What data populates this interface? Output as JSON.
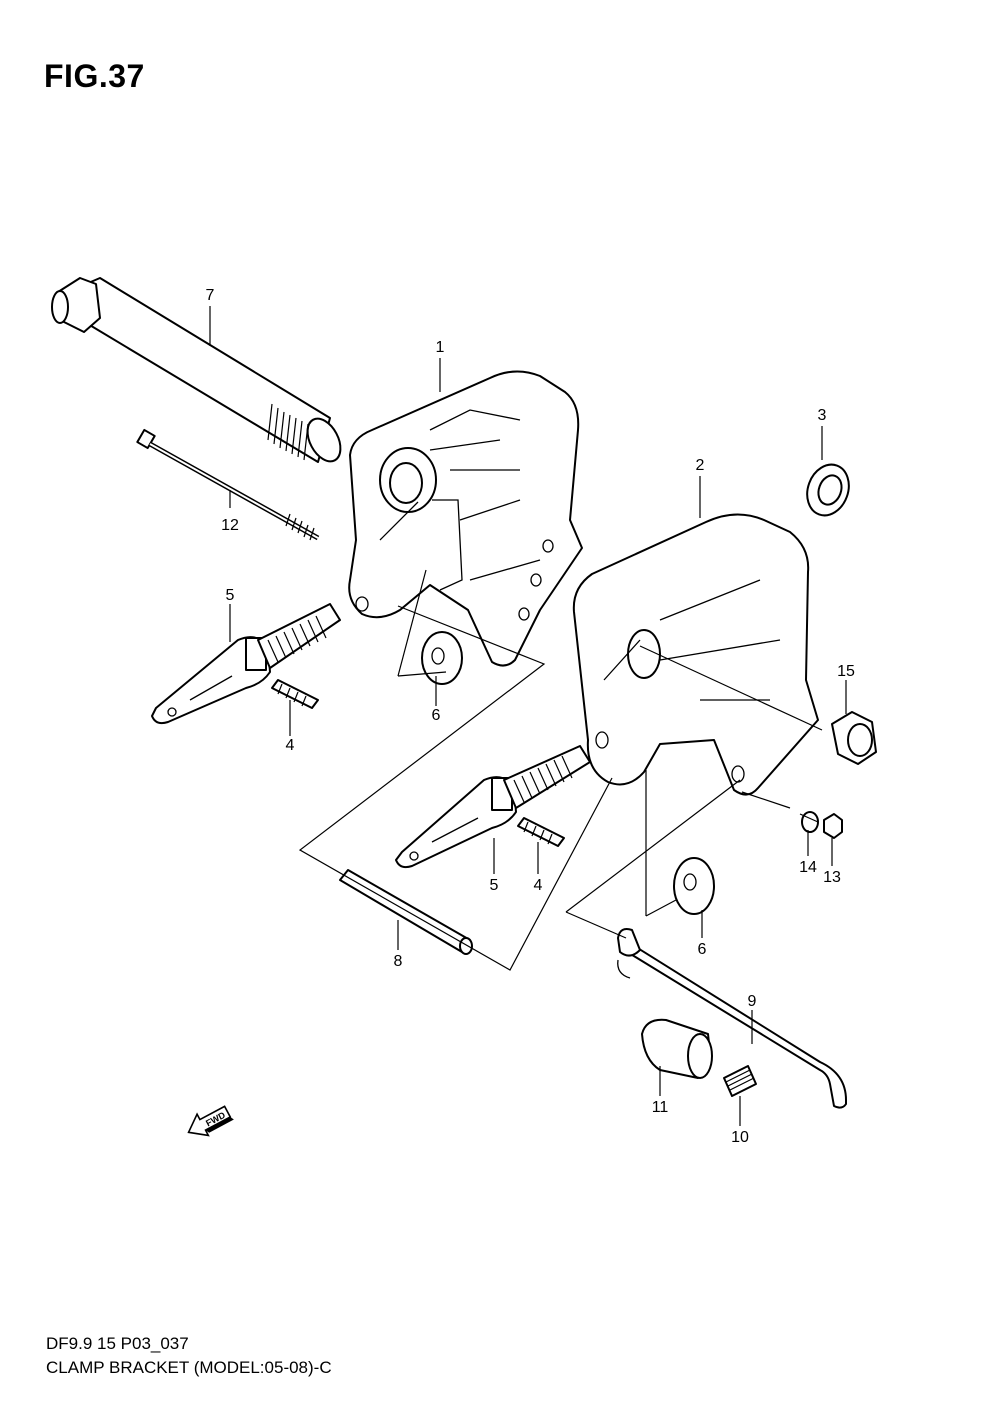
{
  "header": {
    "figure": "FIG.37"
  },
  "footer": {
    "code": "DF9.9 15 P03_037",
    "caption": "CLAMP BRACKET (MODEL:05-08)-C"
  },
  "callouts": {
    "c1": "1",
    "c2": "2",
    "c3": "3",
    "c4a": "4",
    "c4b": "4",
    "c5a": "5",
    "c5b": "5",
    "c6a": "6",
    "c6b": "6",
    "c7": "7",
    "c8": "8",
    "c9": "9",
    "c10": "10",
    "c11": "11",
    "c12": "12",
    "c13": "13",
    "c14": "14",
    "c15": "15"
  },
  "fwd_label": "FWD",
  "icons": {
    "fwd": "fwd-arrow-icon"
  }
}
